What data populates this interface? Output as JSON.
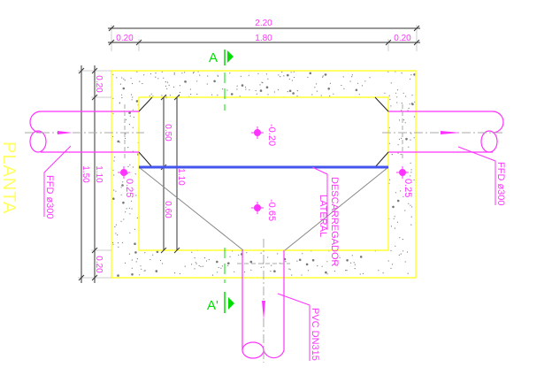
{
  "title": "PLANTA",
  "dimensions": {
    "total_width": "2.20",
    "wall_left": "0.20",
    "inner_width": "1.80",
    "wall_right": "0.20",
    "total_height": "1.50",
    "wall_top": "0.20",
    "inner_height": "1.10",
    "wall_bottom": "0.20",
    "upper_part": "0.50",
    "lower_part": "0.60",
    "inner_height_2": "1.10"
  },
  "levels": {
    "upper_floor": "-0.20",
    "lower_floor": "-0.65",
    "left_inlet": "0.25",
    "right_inlet": "0.25"
  },
  "labels": {
    "left_pipe": "FFD ø300",
    "right_pipe": "FFD ø300",
    "bottom_pipe": "PVC DN315",
    "weir_line1": "DESCARREGADOR",
    "weir_line2": "LATERAL",
    "section_top": "A",
    "section_bottom": "A'"
  },
  "colors": {
    "dimension": "#ff33ff",
    "wall": "#ffff33",
    "section": "#00dd00",
    "weir": "#4455ee"
  }
}
